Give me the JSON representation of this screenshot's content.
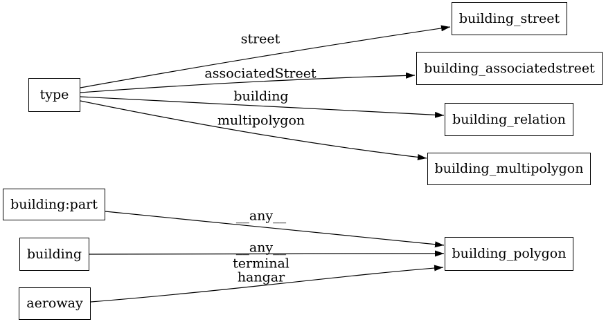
{
  "diagram": {
    "type": "directed-graph",
    "background_color": "#ffffff",
    "node_border_color": "#000000",
    "edge_color": "#000000",
    "text_color": "#000000",
    "nodes": {
      "type": {
        "label": "type"
      },
      "building_street": {
        "label": "building_street"
      },
      "building_associatedstreet": {
        "label": "building_associatedstreet"
      },
      "building_relation": {
        "label": "building_relation"
      },
      "building_multipolygon": {
        "label": "building_multipolygon"
      },
      "building_part": {
        "label": "building:part"
      },
      "building": {
        "label": "building"
      },
      "aeroway": {
        "label": "aeroway"
      },
      "building_polygon": {
        "label": "building_polygon"
      }
    },
    "edge_labels": {
      "street": "street",
      "associated_street": "associatedStreet",
      "building": "building",
      "multipolygon": "multipolygon",
      "any_from_building_part": "__any__",
      "any_from_building": "__any__",
      "terminal": "terminal",
      "hangar": "hangar"
    },
    "edges": [
      {
        "from": "type",
        "to": "building_street",
        "label": "street"
      },
      {
        "from": "type",
        "to": "building_associatedstreet",
        "label": "associatedStreet"
      },
      {
        "from": "type",
        "to": "building_relation",
        "label": "building"
      },
      {
        "from": "type",
        "to": "building_multipolygon",
        "label": "multipolygon"
      },
      {
        "from": "building:part",
        "to": "building_polygon",
        "label": "__any__"
      },
      {
        "from": "building",
        "to": "building_polygon",
        "label": "__any__"
      },
      {
        "from": "aeroway",
        "to": "building_polygon",
        "label": "terminal hangar"
      }
    ]
  }
}
